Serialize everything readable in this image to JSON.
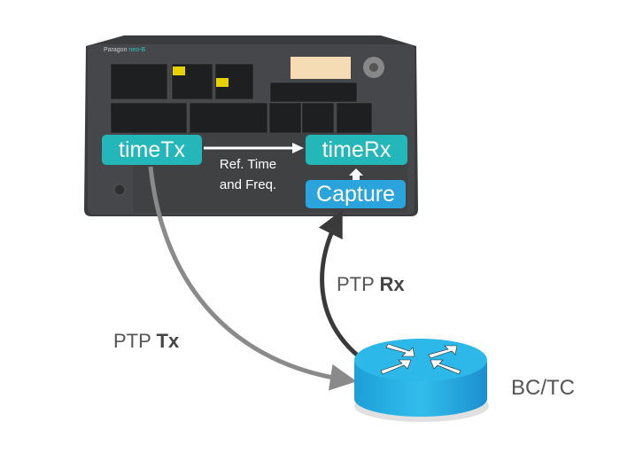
{
  "device": {
    "brand": "Paragon",
    "model": "neo-B"
  },
  "blocks": {
    "time_tx": "timeTx",
    "time_rx": "timeRx",
    "capture": "Capture"
  },
  "ref_label": {
    "line1": "Ref. Time",
    "line2": "and Freq."
  },
  "links": {
    "tx": {
      "prefix": "PTP",
      "bold": "Tx"
    },
    "rx": {
      "prefix": "PTP",
      "bold": "Rx"
    }
  },
  "node": {
    "label": "BC/TC"
  },
  "colors": {
    "timeblocks": "#23b7b9",
    "capture": "#2ba4de",
    "device": "#3a3b3d",
    "router": "#1fa3dc"
  }
}
